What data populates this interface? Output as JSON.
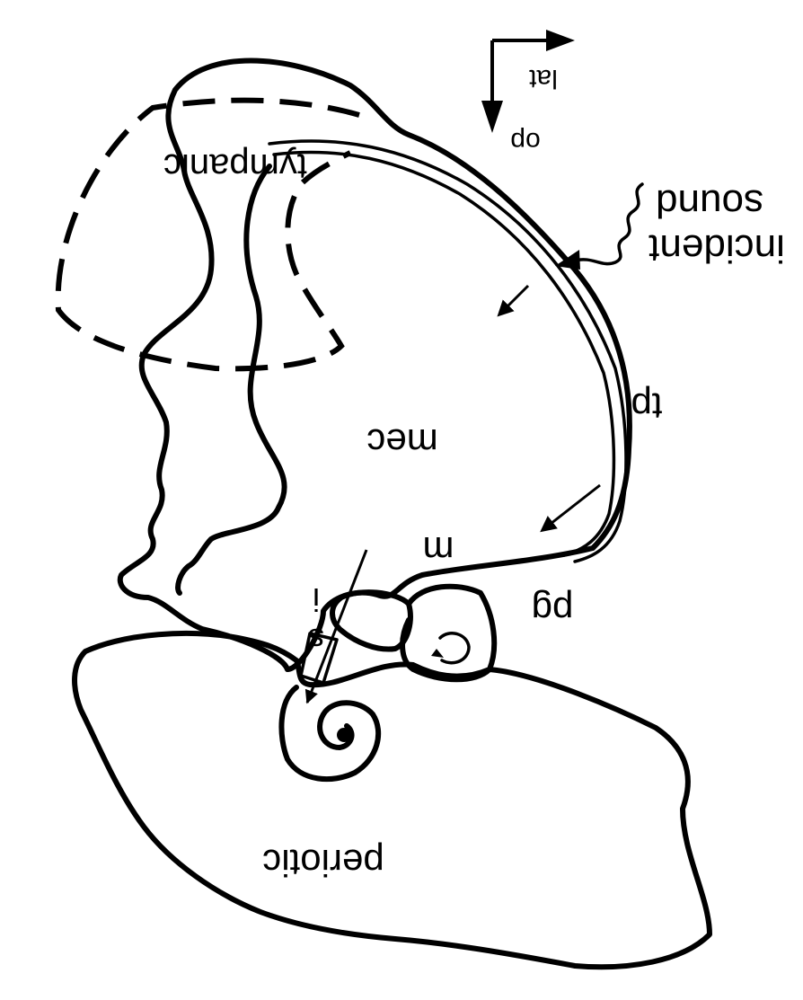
{
  "figure": {
    "labels": {
      "tympanic": "tympanic",
      "incident": "incident",
      "sound": "sound",
      "lat": "lat",
      "op": "op",
      "tp": "tp",
      "mec": "mec",
      "m": "m",
      "pg": "pg",
      "i": "i",
      "s": "s",
      "periotic": "periotic"
    },
    "colors": {
      "ink": "#000000",
      "background": "#ffffff"
    }
  }
}
